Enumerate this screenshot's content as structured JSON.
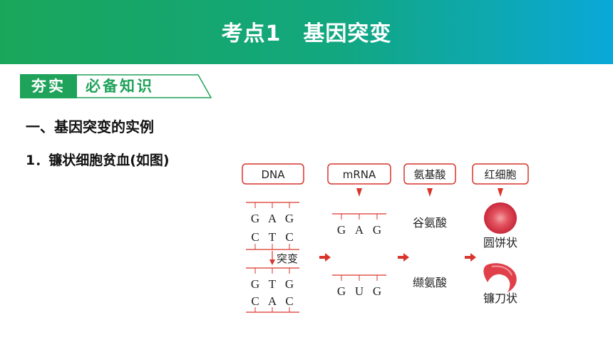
{
  "header": {
    "title": "考点1　基因突变"
  },
  "badge": {
    "left": "夯实",
    "right": "必备知识"
  },
  "section": {
    "heading": "一、基因突变的实例",
    "subheading": "1．镰状细胞贫血(如图)"
  },
  "diagram": {
    "columns": [
      "DNA",
      "mRNA",
      "氨基酸",
      "红细胞"
    ],
    "normal": {
      "dna_top": [
        "G",
        "A",
        "G"
      ],
      "dna_bottom": [
        "C",
        "T",
        "C"
      ],
      "mrna": [
        "G",
        "A",
        "G"
      ],
      "amino_acid": "谷氨酸",
      "cell": "圆饼状"
    },
    "mutation_label": "突变",
    "mutant": {
      "dna_top": [
        "G",
        "T",
        "G"
      ],
      "dna_bottom": [
        "C",
        "A",
        "C"
      ],
      "mrna": [
        "G",
        "U",
        "G"
      ],
      "amino_acid": "缬氨酸",
      "cell": "镰刀状"
    },
    "colors": {
      "red": "#d9342b",
      "green": "#1fa25a",
      "cell": "#e0404a"
    }
  }
}
